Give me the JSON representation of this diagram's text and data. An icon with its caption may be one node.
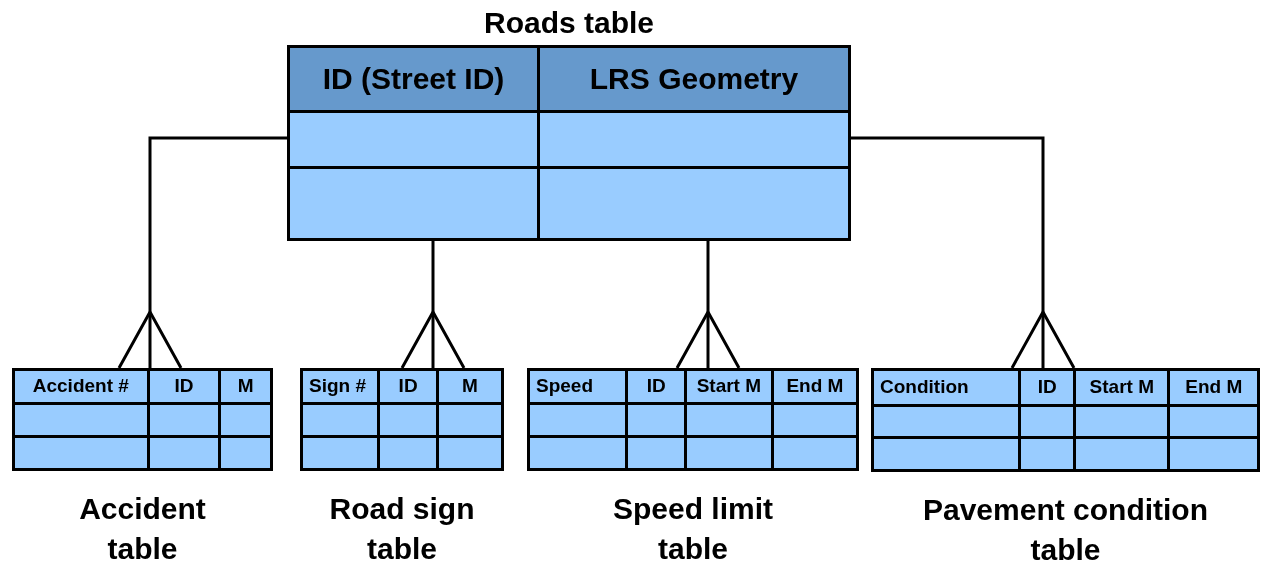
{
  "diagram": {
    "nodes": [
      {
        "text": [
          "Roads table",
          "ID (Street ID)",
          "LRS Geometry"
        ]
      },
      {
        "text": [
          "Accident #",
          "ID",
          "M",
          "Accident table"
        ]
      },
      {
        "text": [
          "Sign #",
          "ID",
          "M",
          "Road sign table"
        ]
      },
      {
        "text": [
          "Speed",
          "ID",
          "Start M",
          "End M",
          "Speed limit table"
        ]
      },
      {
        "text": [
          "Condition",
          "ID",
          "Start M",
          "End M",
          "Pavement condition table"
        ]
      }
    ],
    "edges": [
      {
        "from": 0,
        "to": 1,
        "arrow": "other"
      },
      {
        "from": 0,
        "to": 2,
        "arrow": "other"
      },
      {
        "from": 0,
        "to": 3,
        "arrow": "other"
      },
      {
        "from": 0,
        "to": 4,
        "arrow": "other"
      }
    ]
  }
}
